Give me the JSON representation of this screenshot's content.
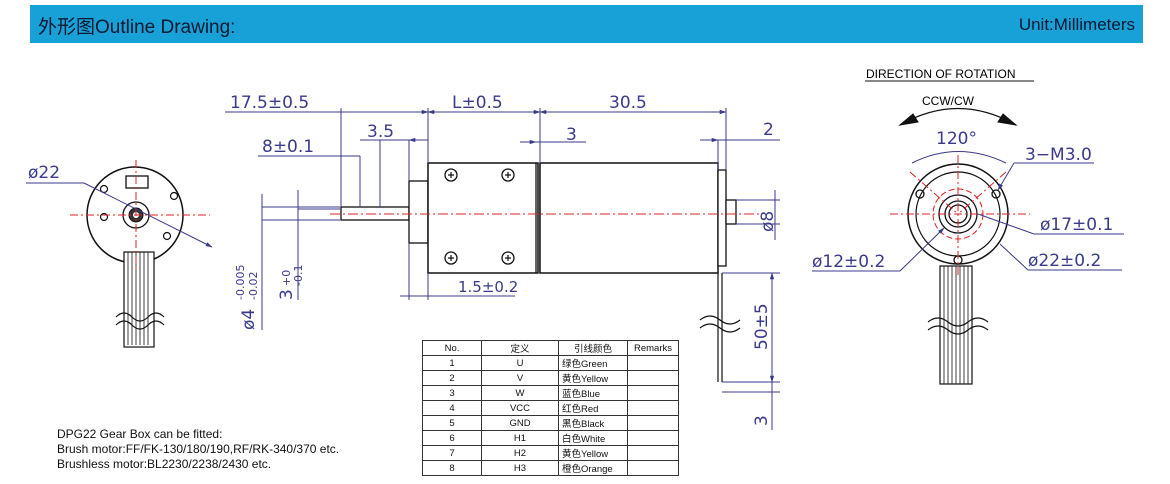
{
  "header": {
    "title": "外形图Outline Drawing:",
    "unit": "Unit:Millimeters",
    "bg": "#17a1d6"
  },
  "front_view": {
    "diameter": "ø22"
  },
  "side_view": {
    "dim_top_left": "17.5±0.5",
    "dim_top_mid": "L±0.5",
    "dim_top_right": "30.5",
    "dim_8": "8±0.1",
    "dim_35": "3.5",
    "dim_3": "3",
    "dim_2": "2",
    "dim_shaft_dia": "ø4",
    "tol_shaft_upper": "-0.005",
    "tol_shaft_lower": "-0.02",
    "dim_flat": "3",
    "tol_flat_upper": "+0",
    "tol_flat_lower": "-0.1",
    "dim_15": "1.5±0.2",
    "dim_o8": "ø8",
    "dim_lead": "50±5",
    "dim_strip": "3"
  },
  "rotation_view": {
    "heading": "DIRECTION OF ROTATION",
    "direction": "CCW/CW",
    "angle": "120°",
    "dim_m3": "3−M3.0",
    "dim_17": "ø17±0.1",
    "dim_12": "ø12±0.2",
    "dim_22": "ø22±0.2"
  },
  "pin_table": {
    "headers": [
      "No.",
      "定义",
      "引线颜色",
      "Remarks"
    ],
    "rows": [
      [
        "1",
        "U",
        "绿色Green",
        ""
      ],
      [
        "2",
        "V",
        "黄色Yellow",
        ""
      ],
      [
        "3",
        "W",
        "蓝色Blue",
        ""
      ],
      [
        "4",
        "VCC",
        "红色Red",
        ""
      ],
      [
        "5",
        "GND",
        "黑色Black",
        ""
      ],
      [
        "6",
        "H1",
        "白色White",
        ""
      ],
      [
        "7",
        "H2",
        "黄色Yellow",
        ""
      ],
      [
        "8",
        "H3",
        "橙色Orange",
        ""
      ]
    ]
  },
  "notes": {
    "line1": "DPG22 Gear Box can be fitted:",
    "line2": "Brush motor:FF/FK-130/180/190,RF/RK-340/370 etc.",
    "line3": "Brushless motor:BL2230/2238/2430 etc."
  }
}
